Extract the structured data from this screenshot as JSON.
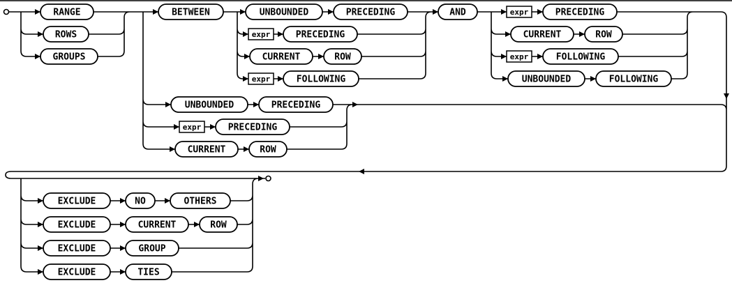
{
  "tokens": {
    "range": "RANGE",
    "rows": "ROWS",
    "groups": "GROUPS",
    "between": "BETWEEN",
    "unbounded": "UNBOUNDED",
    "preceding": "PRECEDING",
    "current": "CURRENT",
    "row": "ROW",
    "following": "FOLLOWING",
    "and": "AND",
    "expr": "expr",
    "exclude": "EXCLUDE",
    "no": "NO",
    "others": "OTHERS",
    "group": "GROUP",
    "ties": "TIES"
  },
  "colors": {
    "line": "#000000",
    "box_fill": "#ffffff",
    "text": "#000000",
    "background": "#ffffff"
  },
  "structure": {
    "frame_type_options": [
      "RANGE",
      "ROWS",
      "GROUPS"
    ],
    "between_lower_bound_options": [
      "UNBOUNDED PRECEDING",
      "expr PRECEDING",
      "CURRENT ROW",
      "expr FOLLOWING"
    ],
    "between_upper_bound_options": [
      "expr PRECEDING",
      "CURRENT ROW",
      "expr FOLLOWING",
      "UNBOUNDED FOLLOWING"
    ],
    "single_bound_options": [
      "UNBOUNDED PRECEDING",
      "expr PRECEDING",
      "CURRENT ROW"
    ],
    "exclude_clause_options": [
      "EXCLUDE NO OTHERS",
      "EXCLUDE CURRENT ROW",
      "EXCLUDE GROUP",
      "EXCLUDE TIES"
    ],
    "exclude_clause_optional": true
  }
}
